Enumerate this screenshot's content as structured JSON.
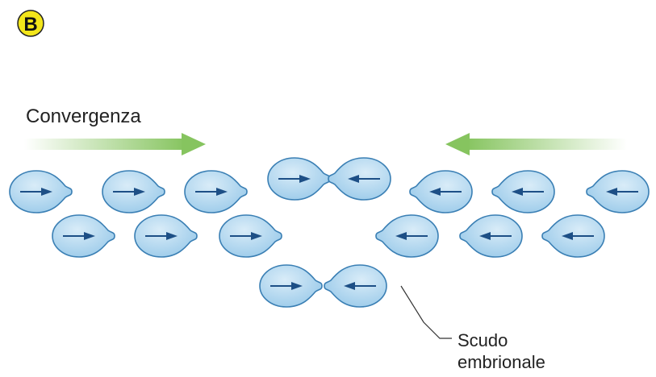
{
  "panel_label": "B",
  "convergence_label": "Convergenza",
  "callout": {
    "line1": "Scudo",
    "line2": "embrionale"
  },
  "colors": {
    "badge_fill": "#f3e61a",
    "arrow_green": "#8cc76a",
    "cell_fill": "#b7daf0",
    "cell_stroke": "#3a7fb4",
    "cell_arrow": "#1d4f86"
  },
  "icons": [
    "right-convergence-arrow-icon",
    "left-convergence-arrow-icon",
    "cell-migration-arrow-icon"
  ]
}
